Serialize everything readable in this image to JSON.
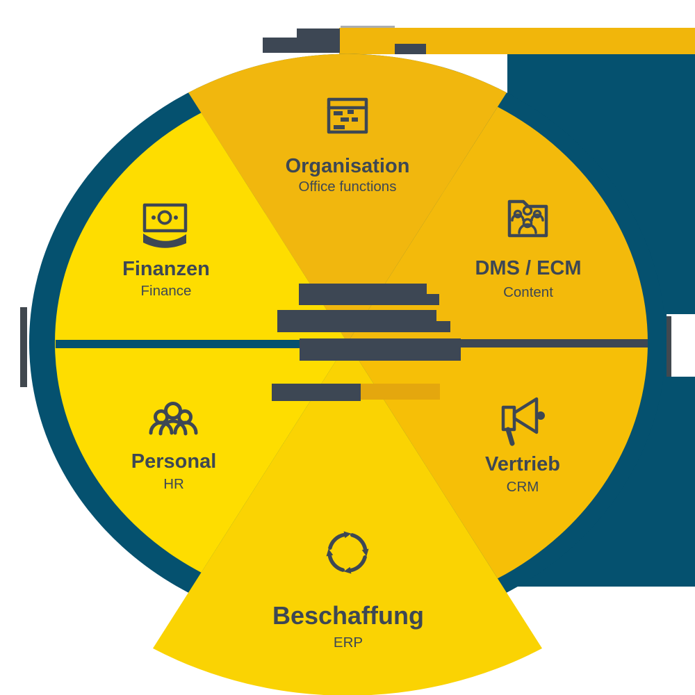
{
  "diagram_title_visible": false,
  "colors": {
    "teal": "#05516F",
    "slate": "#3D4754",
    "amber_top_band": "#F1B60B",
    "wedge_organisation": "#F1B70E",
    "wedge_dms_ecm": "#F3BA0B",
    "wedge_vertrieb": "#F6BF07",
    "wedge_finanzen": "#FEDD00",
    "wedge_personal": "#FEDD00",
    "wedge_beschaffung": "#FAD303",
    "redaction_dark": "#3D4754",
    "redaction_amber": "#E4A70E",
    "edge_tick_gray": "#41484F",
    "logo_gray_line": "#ABADAF",
    "background": "#FFFFFF"
  },
  "segments": [
    {
      "id": "organisation",
      "label": "Organisation",
      "sublabel": "Office functions",
      "icon": "window-tasks-icon",
      "position": "top"
    },
    {
      "id": "dms-ecm",
      "label": "DMS / ECM",
      "sublabel": "Content",
      "icon": "folder-team-icon",
      "position": "upper-right"
    },
    {
      "id": "vertrieb",
      "label": "Vertrieb",
      "sublabel": "CRM",
      "icon": "megaphone-icon",
      "position": "lower-right"
    },
    {
      "id": "beschaffung",
      "label": "Beschaffung",
      "sublabel": "ERP",
      "icon": "cycle-arrows-icon",
      "position": "bottom"
    },
    {
      "id": "personal",
      "label": "Personal",
      "sublabel": "HR",
      "icon": "people-group-icon",
      "position": "lower-left"
    },
    {
      "id": "finanzen",
      "label": "Finanzen",
      "sublabel": "Finance",
      "icon": "banknote-icon",
      "position": "upper-left"
    }
  ]
}
